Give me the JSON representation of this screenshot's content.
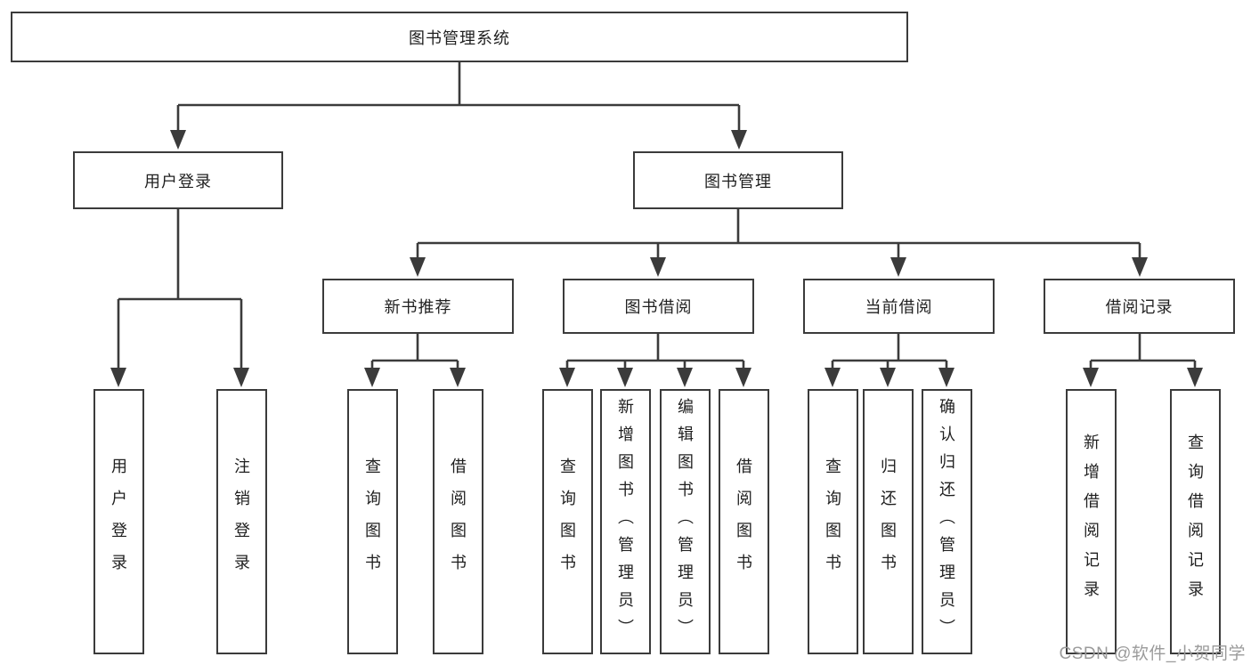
{
  "title": "图书管理系统",
  "watermark": "CSDN @软件_小贺同学",
  "colors": {
    "line": "#3b3b3b",
    "text": "#1f1f1f",
    "watermark": "#9b9b9b"
  },
  "root": {
    "label": "图书管理系统"
  },
  "level2": [
    {
      "label": "用户登录"
    },
    {
      "label": "图书管理"
    }
  ],
  "level3": [
    {
      "label": "新书推荐",
      "parent": "图书管理"
    },
    {
      "label": "图书借阅",
      "parent": "图书管理"
    },
    {
      "label": "当前借阅",
      "parent": "图书管理"
    },
    {
      "label": "借阅记录",
      "parent": "图书管理"
    }
  ],
  "leaves": [
    {
      "label": "用户登录",
      "parent": "用户登录"
    },
    {
      "label": "注销登录",
      "parent": "用户登录"
    },
    {
      "label": "查询图书",
      "parent": "新书推荐"
    },
    {
      "label": "借阅图书",
      "parent": "新书推荐"
    },
    {
      "label": "查询图书",
      "parent": "图书借阅"
    },
    {
      "label": "新增图书（管理员）",
      "parent": "图书借阅"
    },
    {
      "label": "编辑图书（管理员）",
      "parent": "图书借阅"
    },
    {
      "label": "借阅图书",
      "parent": "图书借阅"
    },
    {
      "label": "查询图书",
      "parent": "当前借阅"
    },
    {
      "label": "归还图书",
      "parent": "当前借阅"
    },
    {
      "label": "确认归还（管理员）",
      "parent": "当前借阅"
    },
    {
      "label": "新增借阅记录",
      "parent": "借阅记录"
    },
    {
      "label": "查询借阅记录",
      "parent": "借阅记录"
    }
  ]
}
